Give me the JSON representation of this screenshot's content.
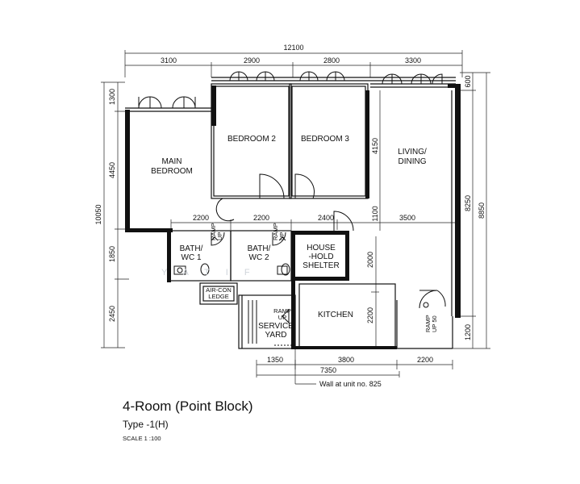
{
  "caption": {
    "title": "4-Room (Point Block)",
    "type": "Type -1(H)",
    "scale": "SCALE 1 :100"
  },
  "watermark": "YATIF",
  "rooms": {
    "main_bedroom": [
      "MAIN",
      "BEDROOM"
    ],
    "bedroom2": "BEDROOM 2",
    "bedroom3": "BEDROOM 3",
    "living_dining": [
      "LIVING/",
      "DINING"
    ],
    "bath1": [
      "BATH/",
      "WC 1"
    ],
    "bath2": [
      "BATH/",
      "WC 2"
    ],
    "household_shelter": [
      "HOUSE",
      "-HOLD",
      "SHELTER"
    ],
    "kitchen": "KITCHEN",
    "service_yard": [
      "SERVICE",
      "YARD"
    ],
    "aircon_ledge": [
      "AIR-CON",
      "LEDGE"
    ]
  },
  "ramps": {
    "ramp": "RAMP",
    "up": "UP",
    "up50": "UP 50"
  },
  "dimensions": {
    "top_total": "12100",
    "top_segments": [
      "3100",
      "2900",
      "2800",
      "3300"
    ],
    "left_total": "10050",
    "left_segments": [
      "1300",
      "4450",
      "1850",
      "2450"
    ],
    "right_inner_top": "600",
    "right_inner": "8250",
    "right_outer": "8850",
    "right_bottom": "1200",
    "corridor": [
      "2200",
      "2200",
      "2400",
      "3500"
    ],
    "bedroom_depth": "4150",
    "corridor_depth": "1100",
    "shelter_depth": "2000",
    "kitchen_depth": "2200",
    "bottom_segments": [
      "1350",
      "3800",
      "2200"
    ],
    "bottom_total": "7350"
  },
  "note": "Wall at unit no. 825"
}
